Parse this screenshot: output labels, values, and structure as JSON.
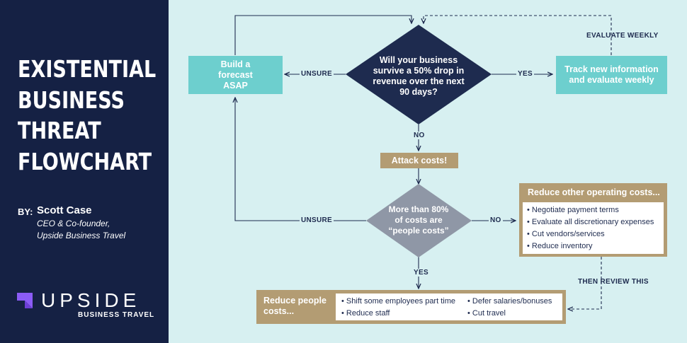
{
  "sidebar": {
    "title_lines": [
      "EXISTENTIAL",
      "BUSINESS",
      "THREAT",
      "FLOWCHART"
    ],
    "by_label": "BY:",
    "author_name": "Scott Case",
    "author_role_lines": [
      "CEO & Co-founder,",
      "Upside Business Travel"
    ],
    "logo_word": "UPSIDE",
    "logo_sub": "BUSINESS TRAVEL"
  },
  "flow": {
    "diamond1": "Will your business survive a 50% drop in revenue over the next 90 days?",
    "forecast_box": "Build a forecast ASAP",
    "track_box": "Track new information and evaluate weekly",
    "attack_box": "Attack costs!",
    "diamond2": "More than 80% of costs are “people costs”",
    "other_costs": {
      "title": "Reduce other operating costs...",
      "items": [
        "Negotiate payment terms",
        "Evaluate all discretionary expenses",
        "Cut vendors/services",
        "Reduce inventory"
      ]
    },
    "people_costs": {
      "title": "Reduce people costs...",
      "col1": [
        "Shift some employees part time",
        "Reduce staff"
      ],
      "col2": [
        "Defer salaries/bonuses",
        "Cut travel"
      ]
    },
    "labels": {
      "unsure_top": "UNSURE",
      "yes_top": "YES",
      "evaluate_weekly": "EVALUATE WEEKLY",
      "no_mid": "NO",
      "unsure_bottom": "UNSURE",
      "no_right": "NO",
      "yes_bottom": "YES",
      "then_review": "THEN REVIEW THIS"
    }
  },
  "colors": {
    "sidebar": "#152144",
    "canvas": "#d7f0f1",
    "teal": "#6dcfce",
    "tan": "#b39c73",
    "navy": "#1e2b4f",
    "slate": "#8f97a6",
    "logo_purple": "#8b5cf6"
  }
}
